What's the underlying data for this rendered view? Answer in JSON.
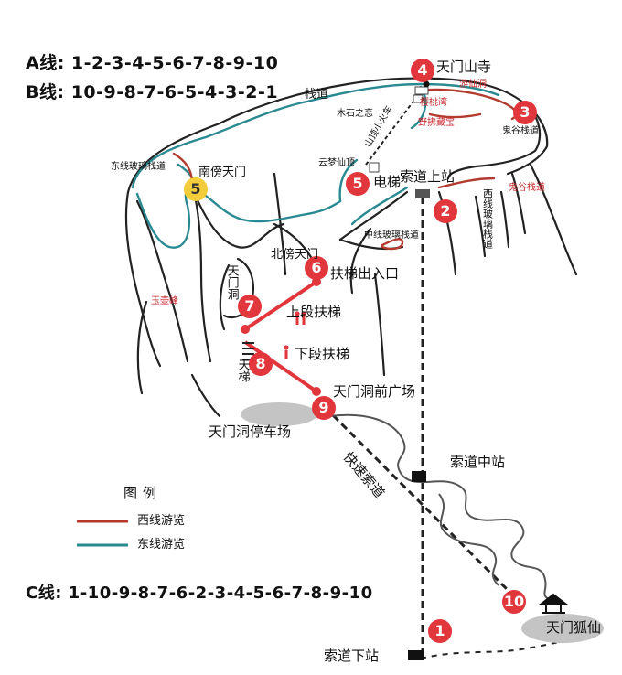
{
  "routes": {
    "a": "A线: 1-2-3-4-5-6-7-8-9-10",
    "b": "B线: 10-9-8-7-6-5-4-3-2-1",
    "c": "C线: 1-10-9-8-7-6-2-3-4-5-6-7-8-9-10"
  },
  "markers": {
    "m1": "1",
    "m2": "2",
    "m3": "3",
    "m4": "4",
    "m5_south": "5",
    "m5_elevator": "5",
    "m6": "6",
    "m7": "7",
    "m8": "8",
    "m9": "9",
    "m10": "10"
  },
  "labels": {
    "temple": "天门山寺",
    "cable_upper": "索道上站",
    "elevator": "电梯",
    "escalator_exit": "扶梯出入口",
    "upper_escalator": "上段扶梯",
    "lower_escalator": "下段扶梯",
    "plaza": "天门洞前广场",
    "parking": "天门洞停车场",
    "cable_middle": "索道中站",
    "fast_cable": "快速索道",
    "cable_lower": "索道下站",
    "fox": "天门狐仙",
    "south_gate": "南傍天门",
    "north_gate": "北傍天门",
    "plank_road": "栈道",
    "muzhi": "木石之恋",
    "yingtao": "樱桃湾",
    "yelai": "野拂藏宝",
    "ghost_valley": "鬼谷栈道",
    "ghost_valley_2": "鬼谷栈道",
    "xiaoyou": "游仙洞",
    "yunmeng": "云梦仙顶",
    "east_glass": "东线玻璃栈道",
    "middle_glass": "中线玻璃栈道",
    "west_glass": "西线玻璃栈道",
    "yuhu": "玉壶峰",
    "cave": "天门洞",
    "ladder": "天梯",
    "shuttle": "山顶小火车"
  },
  "legend": {
    "title": "图例",
    "west": "西线游览",
    "east": "东线游览",
    "west_color": "#b23a2e",
    "east_color": "#2a8a92"
  },
  "colors": {
    "marker_red": "#e0363c",
    "marker_yellow": "#f2cc3a",
    "escalator_red": "#e0363c",
    "cliff": "#222222",
    "route_west": "#b23a2e",
    "route_east": "#2a8a92"
  },
  "icons": {
    "temple": "temple-icon",
    "cable_station": "cable-station-icon",
    "escalator": "escalator-person-icon",
    "fox_pavilion": "pavilion-icon"
  }
}
